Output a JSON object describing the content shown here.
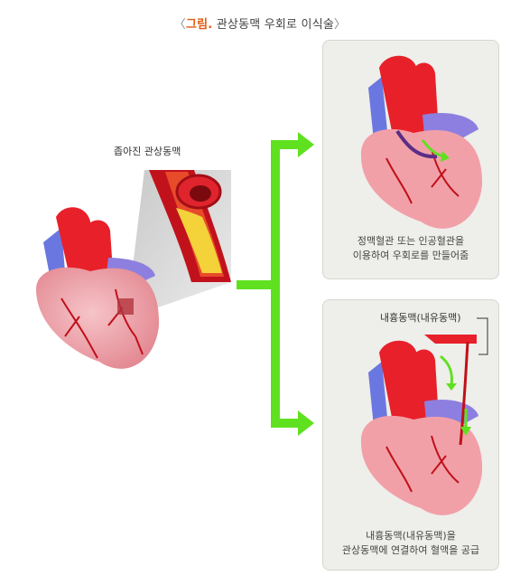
{
  "title": {
    "open": "〈",
    "highlight": "그림.",
    "text": " 관상동맥 우회로 이식술",
    "close": "〉"
  },
  "labels": {
    "narrowed_artery": "좁아진 관상동맥",
    "internal_mammary": "내흉동맥(내유동맥)"
  },
  "captions": {
    "top_line1": "정맥혈관 또는 인공혈관을",
    "top_line2": "이용하여 우회로를 만들어줌",
    "bottom_line1": "내흉동맥(내유동맥)을",
    "bottom_line2": "관상동맥에 연결하여 혈액을 공급"
  },
  "colors": {
    "arrow_green": "#5fe11f",
    "aorta_red": "#e8202a",
    "heart_pink": "#f2a0a8",
    "vein_purple": "#8d7fe0",
    "vessel_dark": "#c0101a"
  }
}
